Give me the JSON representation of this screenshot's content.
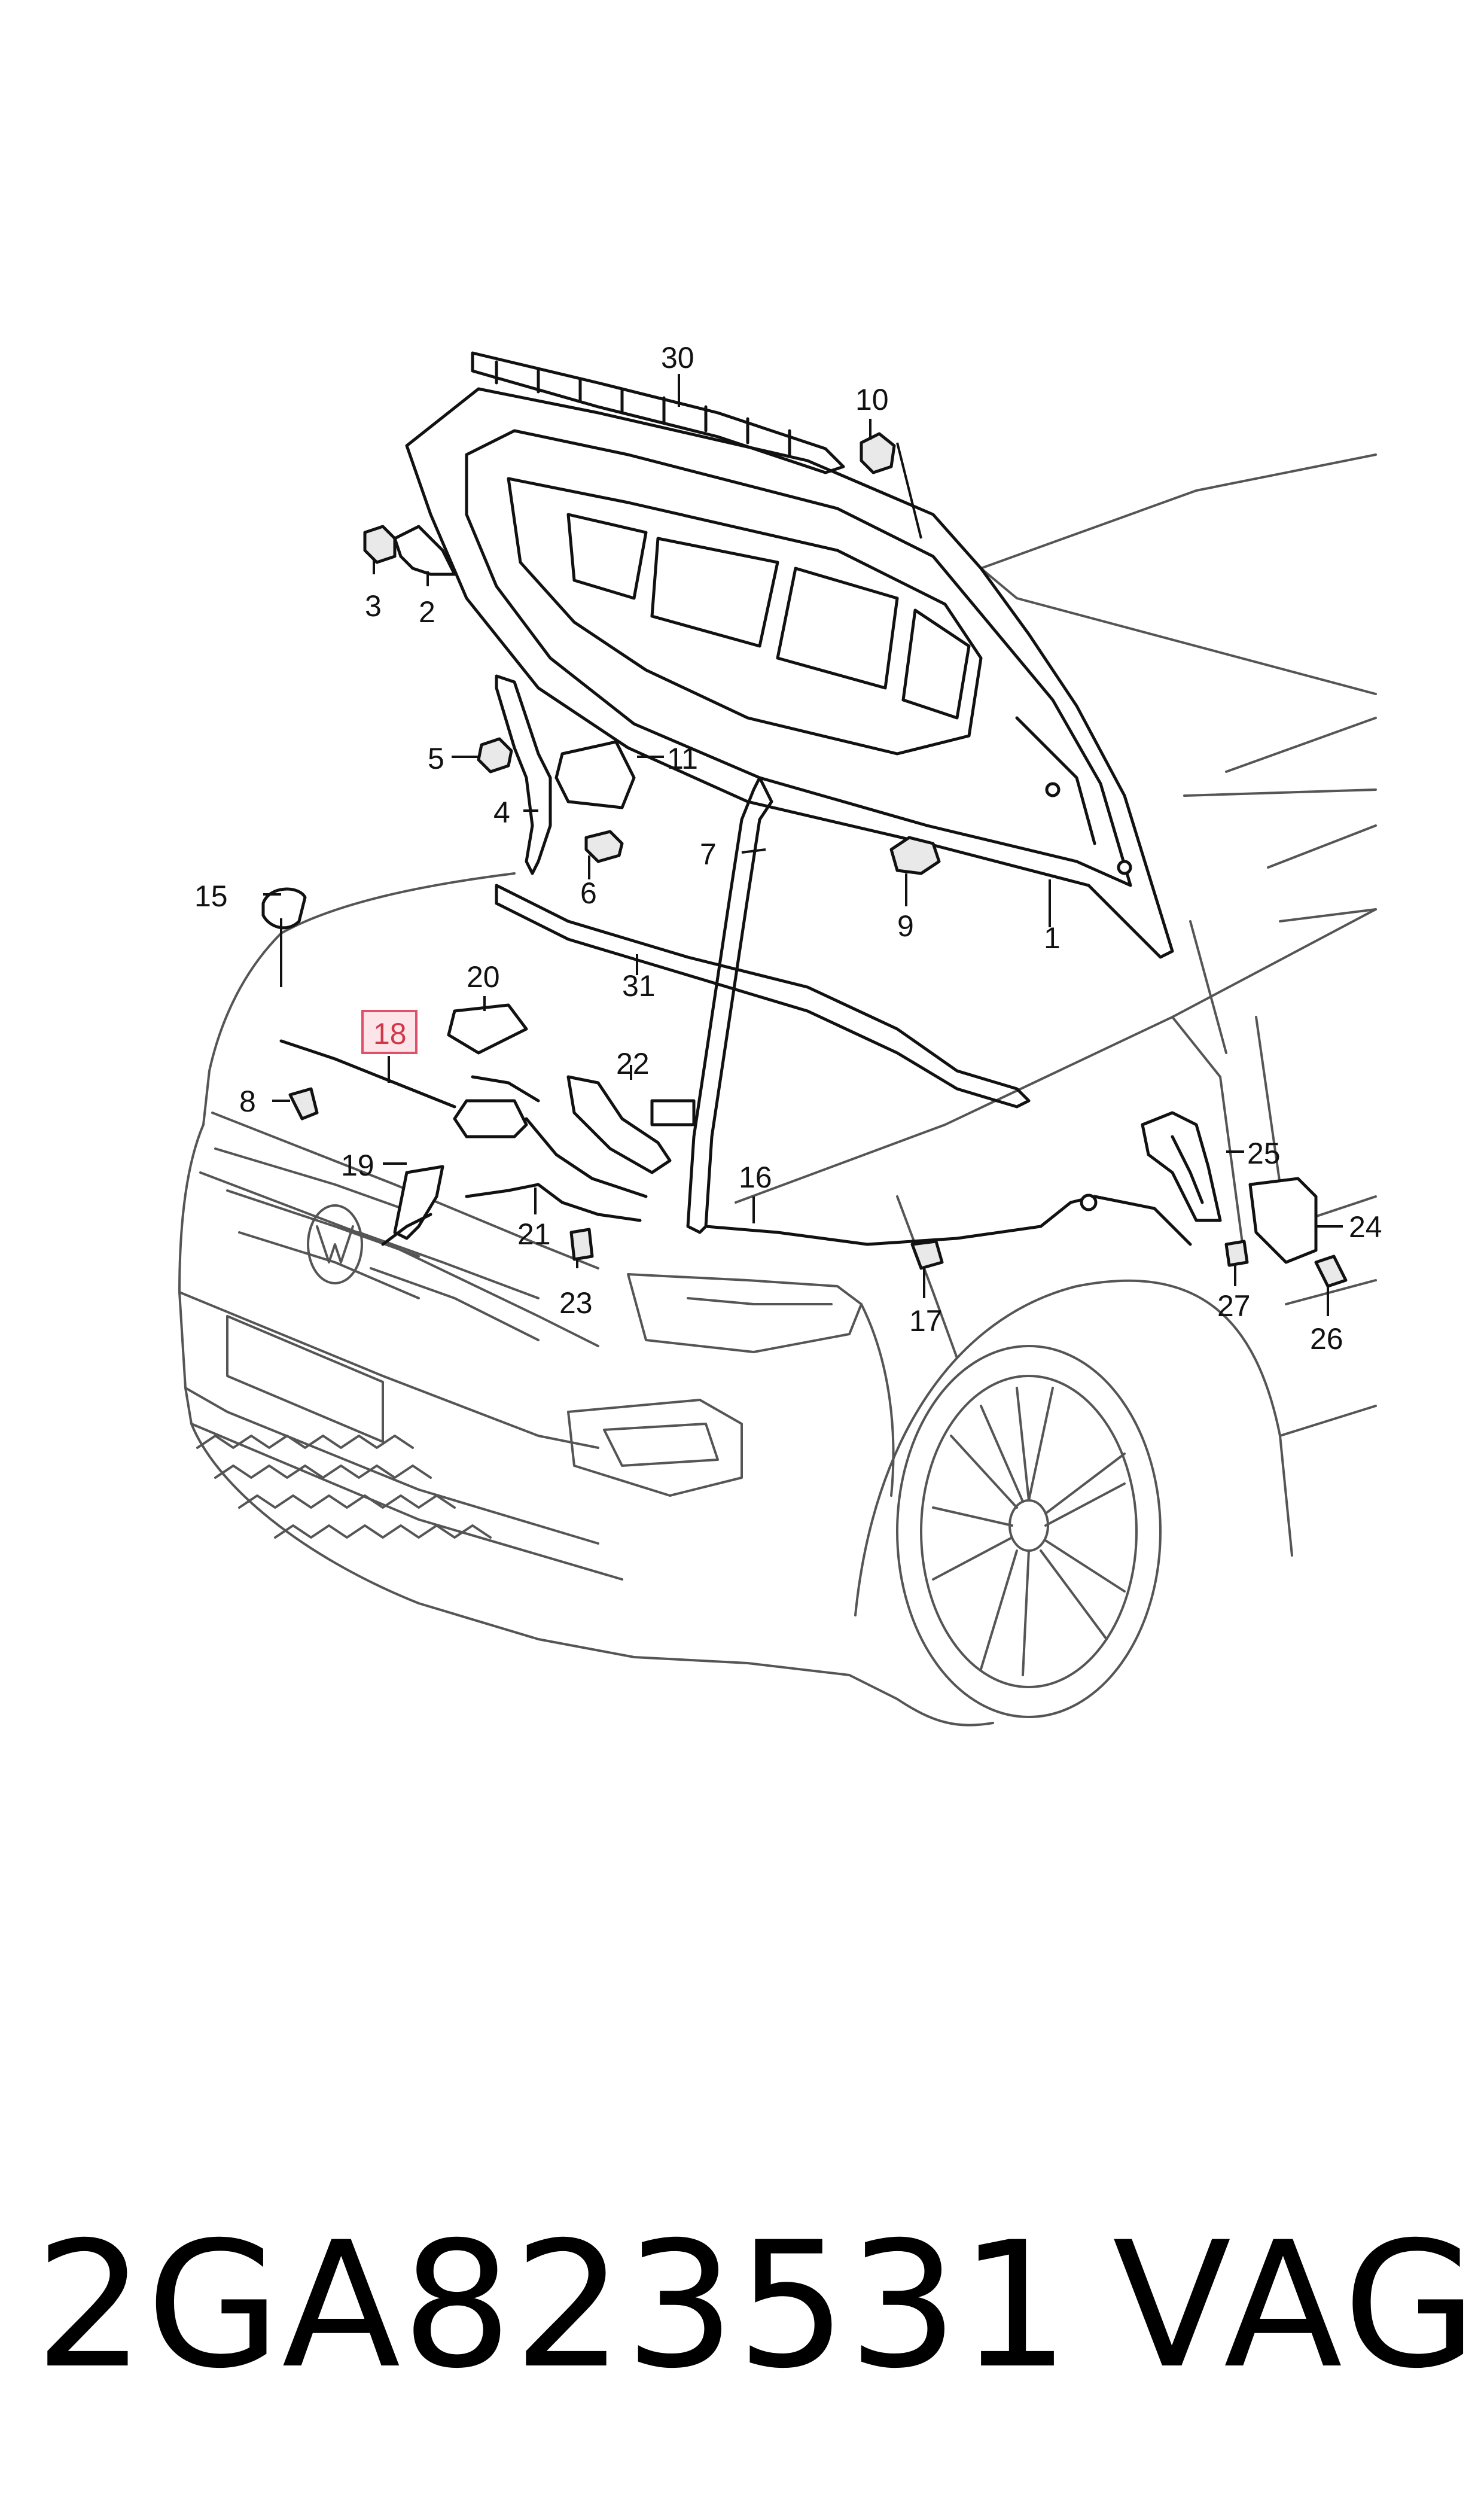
{
  "diagram": {
    "callouts": [
      {
        "id": "1",
        "label": "1"
      },
      {
        "id": "2",
        "label": "2"
      },
      {
        "id": "3",
        "label": "3"
      },
      {
        "id": "4",
        "label": "4"
      },
      {
        "id": "5",
        "label": "5"
      },
      {
        "id": "6",
        "label": "6"
      },
      {
        "id": "7",
        "label": "7"
      },
      {
        "id": "8",
        "label": "8"
      },
      {
        "id": "9",
        "label": "9"
      },
      {
        "id": "10",
        "label": "10"
      },
      {
        "id": "11",
        "label": "11"
      },
      {
        "id": "15",
        "label": "15"
      },
      {
        "id": "16",
        "label": "16"
      },
      {
        "id": "17",
        "label": "17"
      },
      {
        "id": "18",
        "label": "18",
        "highlighted": true
      },
      {
        "id": "19",
        "label": "19"
      },
      {
        "id": "20",
        "label": "20"
      },
      {
        "id": "21",
        "label": "21"
      },
      {
        "id": "22",
        "label": "22"
      },
      {
        "id": "23",
        "label": "23"
      },
      {
        "id": "24",
        "label": "24"
      },
      {
        "id": "25",
        "label": "25"
      },
      {
        "id": "26",
        "label": "26"
      },
      {
        "id": "27",
        "label": "27"
      },
      {
        "id": "30",
        "label": "30"
      },
      {
        "id": "31",
        "label": "31"
      }
    ],
    "highlight_color": "#e0506a",
    "highlight_fill": "#fde4e8"
  },
  "footer": {
    "part_number": "2GA823531",
    "brand": "VAG"
  }
}
